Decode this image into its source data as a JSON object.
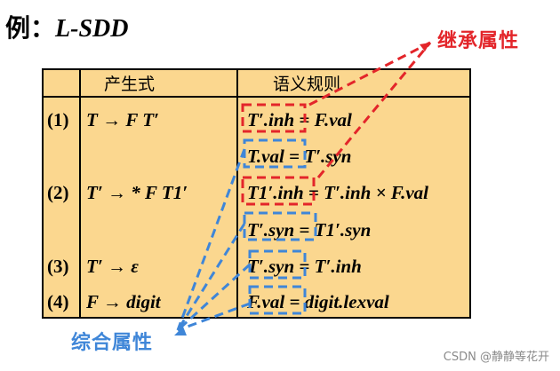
{
  "title": {
    "prefix": "例：",
    "name": "L-SDD"
  },
  "headers": {
    "production": "产生式",
    "semantic_rules": "语义规则"
  },
  "rows": [
    {
      "num": "(1)",
      "production": "T → F T′",
      "rules": [
        "T′.inh = F.val",
        "T.val = T′.syn"
      ]
    },
    {
      "num": "(2)",
      "production": "T′ → * F T1′",
      "rules": [
        "T1′.inh = T′.inh × F.val",
        "T′.syn = T1′.syn"
      ]
    },
    {
      "num": "(3)",
      "production": "T′ → ε",
      "rules": [
        "T′.syn = T′.inh"
      ]
    },
    {
      "num": "(4)",
      "production": "F → digit",
      "rules": [
        "F.val = digit.lexval"
      ]
    }
  ],
  "annotations": {
    "inherited": "继承属性",
    "synthesized": "综合属性"
  },
  "watermark": "CSDN @静静等花开",
  "colors": {
    "inherited": "#e3252a",
    "synthesized": "#3f86d8",
    "table_bg": "#fbd78f"
  }
}
